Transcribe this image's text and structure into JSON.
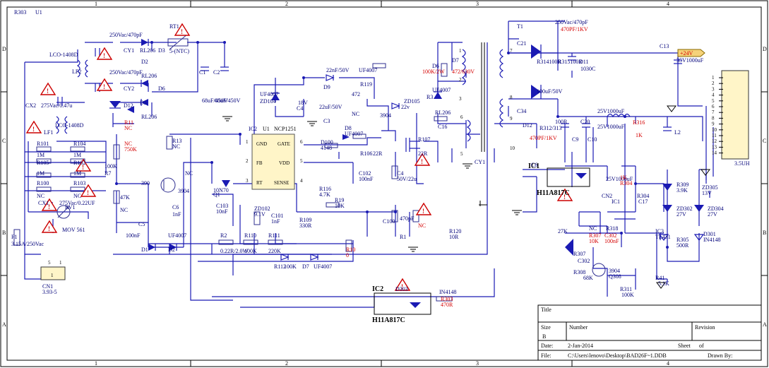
{
  "frame": {
    "columns": [
      "1",
      "2",
      "3",
      "4"
    ],
    "rows": [
      "D",
      "C",
      "B",
      "A"
    ]
  },
  "ic_u1": {
    "ref": "U1",
    "part": "NCP1251",
    "pins": {
      "gnd": "GND",
      "gate": "GATE",
      "fb": "FB",
      "vdd": "VDD",
      "rt": "RT",
      "sense": "SENSE"
    },
    "pin_numbers": [
      "1",
      "6",
      "2",
      "5",
      "3",
      "4"
    ]
  },
  "optos": [
    {
      "ref": "IC1",
      "part": "H11A817C"
    },
    {
      "ref": "IC2",
      "part": "H11A817C"
    }
  ],
  "transformer": {
    "ref": "T1",
    "pins": [
      "1",
      "2",
      "3",
      "6",
      "5",
      "7",
      "8",
      "9",
      "10"
    ]
  },
  "labels_blue": [
    "250Vac/470pF",
    "RT1",
    "5-(NTC)",
    "LCO-1408D",
    "CY1",
    "RL206",
    "D3",
    "D2",
    "LF2",
    "250Vac/470pF",
    "CY2",
    "D6",
    "RL206",
    "C1",
    "C2",
    "68uF/450V",
    "68uF/450V",
    "D5",
    "D12",
    "RL206",
    "CX2",
    "275Vac/0.47u",
    "LCO-1408D",
    "LF1",
    "R101",
    "1M",
    "R104",
    "1M",
    "R105",
    "1M",
    "R102",
    "1M",
    "R100",
    "NC",
    "R103",
    "NC",
    "CX1",
    "275Vac/0.22UF",
    "RV1",
    "MOV 561",
    "F1",
    "3.15A/250Vac",
    "CN1",
    "3.93-5",
    "R13",
    "NC",
    "100K",
    "R7",
    "47K",
    "NC",
    "390",
    "NC",
    "3904",
    "C6",
    "1nF",
    "C5",
    "100nF",
    "D1",
    "UF4007",
    "D2",
    "UF4007",
    "ZD104",
    "18V",
    "C4",
    "22nF/50V",
    "D9",
    "UF4007",
    "R119",
    "472",
    "NC",
    "3904",
    "22uF/50V",
    "C3",
    "ZD105",
    "22v",
    "D8",
    "UF4007",
    "R106",
    "22R",
    "D100",
    "4148",
    "R107",
    "22R",
    "Q1",
    "10N70",
    "C103",
    "10nF",
    "ZD102",
    "9.1V",
    "C101",
    "1nF",
    "R116",
    "4.7K",
    "C102",
    "100nF",
    "C4",
    "50V/22u",
    "R19",
    "10K",
    "R109",
    "330R",
    "C100",
    "470pF",
    "R1",
    "R2",
    "0.22R/2.0W",
    "R110",
    "100K",
    "R111",
    "220K",
    "R112",
    "100K",
    "D7",
    "UF4007",
    "D6",
    "UF4007",
    "R3",
    "D7",
    "RL206",
    "C16",
    "R120",
    "10R",
    "CY1",
    "250Vac/470pF",
    "T1",
    "C21",
    "R314100R",
    "R315100R",
    "D11",
    "1030C",
    "C13",
    "35V1000uF",
    "100uF/50V",
    "C34",
    "D12",
    "R312/313",
    "100R",
    "C20",
    "C9",
    "C10",
    "25V1000uF",
    "25V1000uF",
    "L2",
    "3.5UH",
    "C6",
    "25V1000uF",
    "CN2",
    "IC1",
    "R304",
    "C17",
    "NC",
    "R318",
    "27K",
    "R307",
    "C302",
    "IC3",
    "TL431",
    "R308",
    "68K",
    "3904",
    "Q308",
    "R311",
    "100K",
    "R41",
    "5.1K",
    "R309",
    "3.9K",
    "ZD302",
    "27V",
    "ZD304",
    "27V",
    "ZD305",
    "13V",
    "R305",
    "500R",
    "D301",
    "IN4148",
    "D303",
    "IN4148",
    "IC2",
    "R303",
    "U1"
  ],
  "labels_red": [
    "R11",
    "NC",
    "NC",
    "750K",
    "R10",
    "0",
    "NC",
    "100K/2W",
    "472/630V",
    "R316",
    "1K",
    "470PF/1KV",
    "R304",
    "1K",
    "R307",
    "10K",
    "C302",
    "100nF",
    "R303",
    "470R",
    "470PF/1KV",
    "+24V"
  ],
  "cn2_pins": [
    "1",
    "2",
    "3",
    "4",
    "5",
    "6",
    "7",
    "8",
    "9",
    "10",
    "11",
    "12",
    "13",
    "14"
  ],
  "title_block": {
    "title_label": "Title",
    "size_label": "Size",
    "size_value": "B",
    "number_label": "Number",
    "revision_label": "Revision",
    "date_label": "Date:",
    "date_value": "2-Jan-2014",
    "sheet_label": "Sheet",
    "of_label": "of",
    "file_label": "File:",
    "file_value": "C:\\Users\\lenovo\\Desktop\\BAD26F~1.DDB",
    "drawn_label": "Drawn By:"
  },
  "colors": {
    "wire": "#1a1ab3",
    "accent_red": "#cc0000",
    "ic_fill": "#fff5c8",
    "output_tag": "#f5d27a"
  }
}
